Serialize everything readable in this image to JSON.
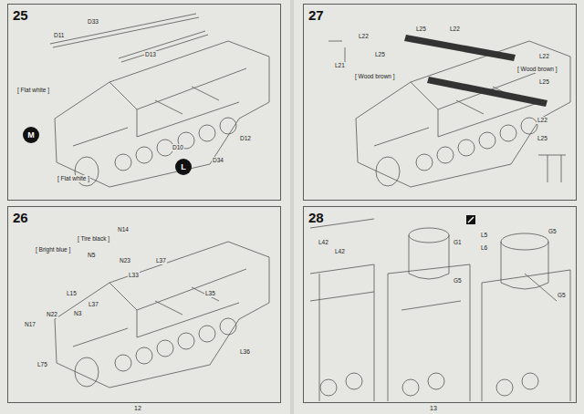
{
  "diagram": {
    "nodes": [
      {
        "text": [
          "25"
        ]
      },
      {
        "text": [
          "M"
        ],
        "in": 0
      },
      {
        "text": [
          "L"
        ],
        "in": 0
      },
      {
        "text": [
          "26"
        ]
      },
      {
        "text": [
          "27"
        ]
      },
      {
        "text": [
          "28"
        ]
      }
    ],
    "labels": [
      "D33",
      "D11",
      "D13",
      "[ Flat white ]",
      "D10",
      "D12",
      "D34",
      "[ Flat white ]",
      "[ Tire black ]",
      "N14",
      "[ Bright blue ]",
      "N5",
      "N23",
      "L37",
      "L33",
      "L15",
      "L37",
      "N17",
      "N22",
      "N3",
      "L35",
      "L36",
      "L75",
      "L22",
      "L25",
      "L22",
      "L25",
      "L21",
      "[ Wood brown ]",
      "[ Wood brown ]",
      "L22",
      "L25",
      "L22",
      "L25",
      "L42",
      "L42",
      "G1",
      "L5",
      "L6",
      "G5",
      "G5",
      "G5",
      "12",
      "13"
    ]
  }
}
